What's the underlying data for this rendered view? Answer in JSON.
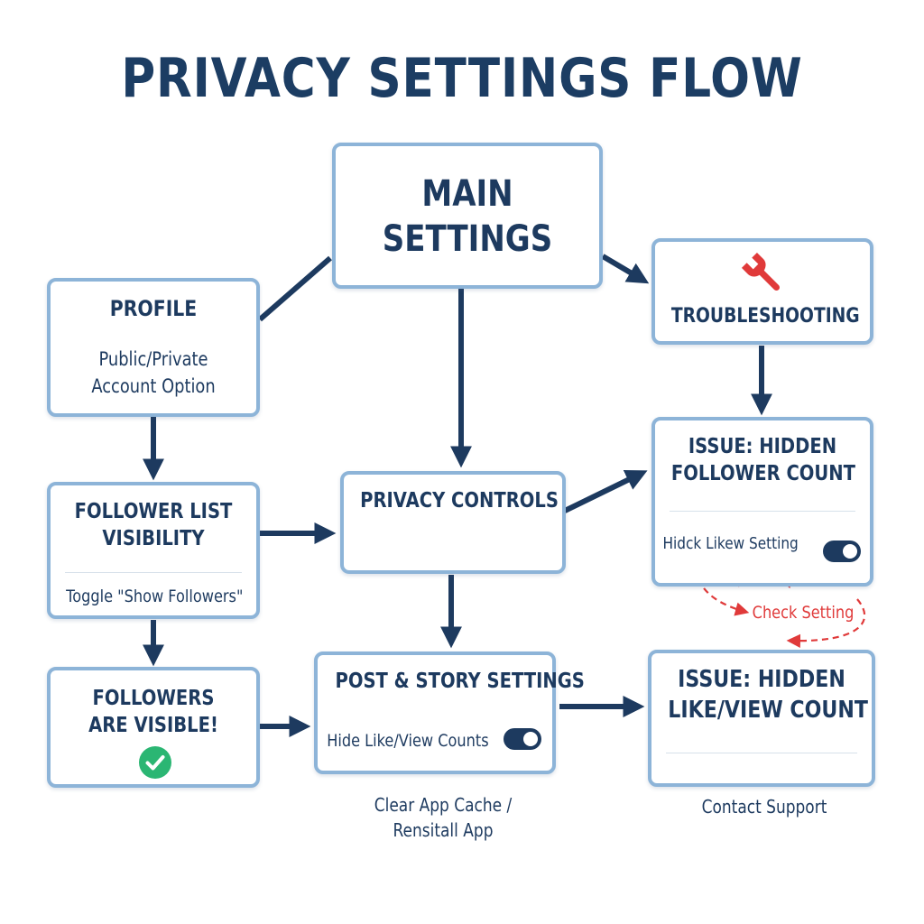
{
  "title": "PRIVACY SETTINGS FLOW",
  "nodes": {
    "main_settings": {
      "line1": "MAIN",
      "line2": "SETTINGS"
    },
    "profile": {
      "title": "PROFILE",
      "line1": "Public/Private",
      "line2": "Account Option"
    },
    "troubleshooting": {
      "title": "TROUBLESHOOTING",
      "icon": "wrench-icon"
    },
    "follower_list": {
      "line1": "FOLLOWER LIST",
      "line2": "VISIBILITY",
      "note": "Toggle \"Show Followers\""
    },
    "privacy_controls": {
      "title": "PRIVACY CONTROLS"
    },
    "issue_follower": {
      "line1": "ISSUE: HIDDEN",
      "line2": "FOLLOWER COUNT",
      "setting": "Hidck Likew Setting"
    },
    "followers_visible": {
      "line1": "FOLLOWERS",
      "line2": "ARE VISIBLE!",
      "icon": "check-icon"
    },
    "post_story": {
      "title": "POST & STORY SETTINGS",
      "setting": "Hide Like/View Counts"
    },
    "issue_like": {
      "line1": "ISSUE: HIDDEN",
      "line2": "LIKE/VIEW COUNT"
    }
  },
  "labels": {
    "check_setting": "Check Setting",
    "clear_cache_line1": "Clear App Cache /",
    "clear_cache_line2": "Rensitall App",
    "contact_support": "Contact Support"
  },
  "colors": {
    "title": "#1c3d63",
    "node_border": "#8db4d8",
    "arrow": "#1d3a5f",
    "accent_red": "#e03a3a",
    "check_green": "#2bb673"
  }
}
